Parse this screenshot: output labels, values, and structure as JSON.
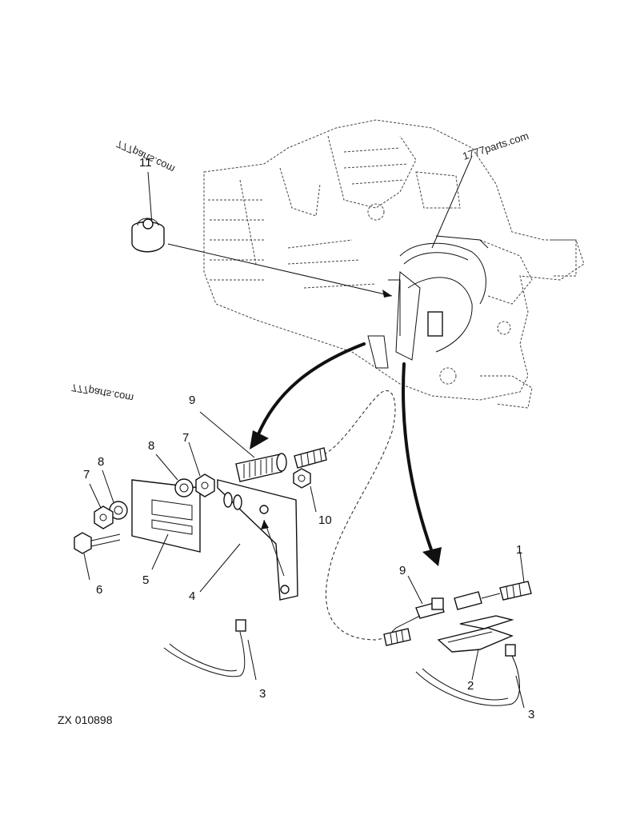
{
  "watermarks": [
    "1777parts.com",
    "777parts.com",
    "777parts.com"
  ],
  "reference": "ZX 010898",
  "callouts": [
    {
      "id": "callout-11",
      "text": "11"
    },
    {
      "id": "callout-9-top",
      "text": "9"
    },
    {
      "id": "callout-8-a",
      "text": "8"
    },
    {
      "id": "callout-7-a",
      "text": "7"
    },
    {
      "id": "callout-7-b",
      "text": "7"
    },
    {
      "id": "callout-8-b",
      "text": "8"
    },
    {
      "id": "callout-6",
      "text": "6"
    },
    {
      "id": "callout-5",
      "text": "5"
    },
    {
      "id": "callout-4",
      "text": "4"
    },
    {
      "id": "callout-10",
      "text": "10"
    },
    {
      "id": "callout-3-left",
      "text": "3"
    },
    {
      "id": "callout-9-right",
      "text": "9"
    },
    {
      "id": "callout-1",
      "text": "1"
    },
    {
      "id": "callout-2",
      "text": "2"
    },
    {
      "id": "callout-3-right",
      "text": "3"
    }
  ]
}
